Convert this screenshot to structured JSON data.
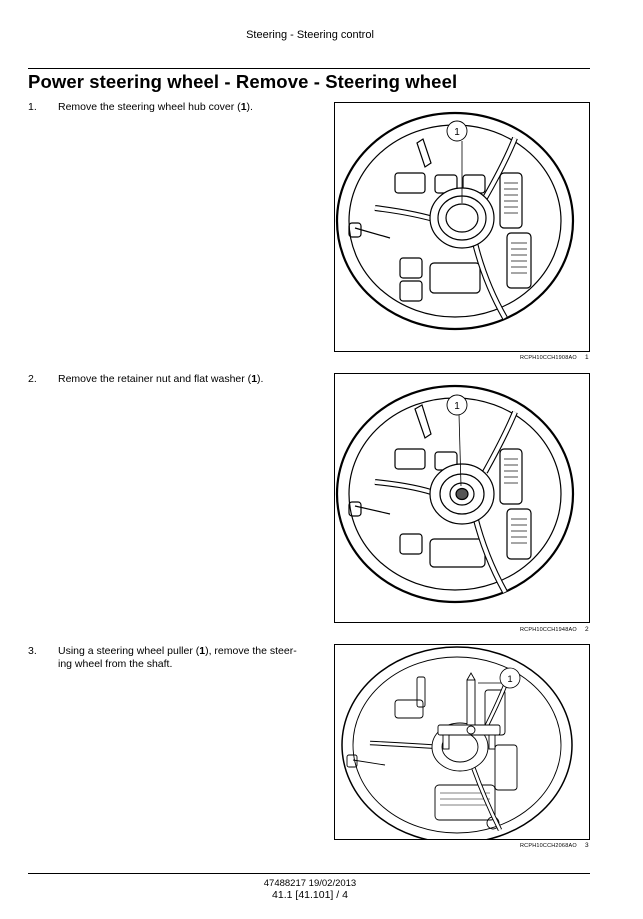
{
  "header": {
    "running_title": "Steering - Steering control"
  },
  "title": "Power steering wheel - Remove - Steering wheel",
  "steps": [
    {
      "number": "1.",
      "pre": "Remove the steering wheel hub cover (",
      "ref": "1",
      "post": ")."
    },
    {
      "number": "2.",
      "pre": "Remove the retainer nut and flat washer (",
      "ref": "1",
      "post": ")."
    },
    {
      "number": "3.",
      "pre": "Using a steering wheel puller (",
      "ref": "1",
      "post": "), remove the steer- ing wheel from the shaft."
    }
  ],
  "figures": [
    {
      "code": "RCPH10CCH1908AO",
      "number": "1",
      "callout": "1"
    },
    {
      "code": "RCPH10CCH1948AO",
      "number": "2",
      "callout": "1"
    },
    {
      "code": "RCPH10CCH2068AO",
      "number": "3",
      "callout": "1"
    }
  ],
  "footer": {
    "doc_ref": "47488217 19/02/2013",
    "page_ref": "41.1 [41.101] / 4"
  }
}
